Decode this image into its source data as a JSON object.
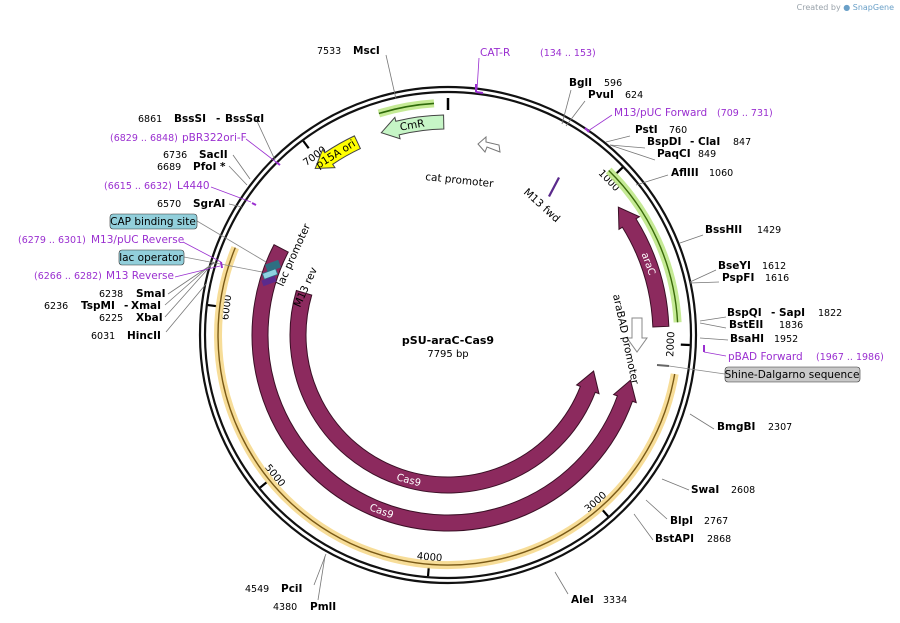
{
  "credit": {
    "prefix": "Created by",
    "brand": "SnapGene"
  },
  "plasmid": {
    "name": "pSU-araC-Cas9",
    "length": "7795 bp",
    "total_bp": 7795
  },
  "ticks": [
    1000,
    2000,
    3000,
    4000,
    5000,
    6000,
    7000
  ],
  "features": [
    {
      "label": "araC",
      "start": 1150,
      "end": 1900,
      "color": "#8c2a5e",
      "ring": 1,
      "strand": -1
    },
    {
      "label": "Cas9",
      "start": 2250,
      "end": 6440,
      "color": "#8c2a5e",
      "ring": 2,
      "strand": -1
    },
    {
      "label": "Cas9",
      "start": 2250,
      "end": 6200,
      "color": "#8c2a5e",
      "ring": 3,
      "strand": -1
    },
    {
      "label": "CmR",
      "start": 7400,
      "end": 7770,
      "color": "#c6f5c6",
      "ring": 1,
      "strand": -1
    },
    {
      "label": "p15A ori",
      "start": 6960,
      "end": 7250,
      "color": "#ffff00",
      "ring": 1,
      "strand": -1
    }
  ],
  "feature_labels_outside": [
    {
      "text": "cat promoter"
    },
    {
      "text": "lac promoter"
    },
    {
      "text": "M13 rev"
    },
    {
      "text": "M13 fwd"
    },
    {
      "text": "araBAD promoter"
    }
  ],
  "boxed_features": [
    {
      "text": "CAP binding site",
      "color": "#92cfdb"
    },
    {
      "text": "lac operator",
      "color": "#92cfdb"
    },
    {
      "text": "Shine-Dalgarno sequence",
      "color": "#c8c8c8"
    }
  ],
  "sites": [
    {
      "name": "MscI",
      "pos": "7533"
    },
    {
      "name": "BglI",
      "pos": "596"
    },
    {
      "name": "PvuI",
      "pos": "624"
    },
    {
      "name": "PstI",
      "pos": "760"
    },
    {
      "name": "BspDI",
      "name2": "ClaI",
      "pos": "847"
    },
    {
      "name": "PaqCI",
      "pos": "849"
    },
    {
      "name": "AflIII",
      "pos": "1060"
    },
    {
      "name": "BssHII",
      "pos": "1429"
    },
    {
      "name": "BseYI",
      "pos": "1612"
    },
    {
      "name": "PspFI",
      "pos": "1616"
    },
    {
      "name": "BspQI",
      "name2": "SapI",
      "pos": "1822"
    },
    {
      "name": "BstEII",
      "pos": "1836"
    },
    {
      "name": "BsaHI",
      "pos": "1952"
    },
    {
      "name": "BmgBI",
      "pos": "2307"
    },
    {
      "name": "SwaI",
      "pos": "2608"
    },
    {
      "name": "BlpI",
      "pos": "2767"
    },
    {
      "name": "BstAPI",
      "pos": "2868"
    },
    {
      "name": "AleI",
      "pos": "3334"
    },
    {
      "name": "PciI",
      "pos": "4549"
    },
    {
      "name": "PmlI",
      "pos": "4380"
    },
    {
      "name": "HincII",
      "pos": "6031"
    },
    {
      "name": "XbaI",
      "pos": "6225"
    },
    {
      "name": "TspMI",
      "name2": "XmaI",
      "pos": "6236"
    },
    {
      "name": "SmaI",
      "pos": "6238"
    },
    {
      "name": "SgrAI",
      "pos": "6570"
    },
    {
      "name": "PfoI *",
      "pos": "6689"
    },
    {
      "name": "SacII",
      "pos": "6736"
    },
    {
      "name": "BssSI",
      "name2": "BssSαI",
      "pos": "6861"
    }
  ],
  "primers": [
    {
      "name": "CAT-R",
      "range": "(134 .. 153)"
    },
    {
      "name": "M13/pUC Forward",
      "range": "(709 .. 731)"
    },
    {
      "name": "pBAD Forward",
      "range": "(1967 .. 1986)"
    },
    {
      "name": "pBR322ori-F",
      "range": "(6829 .. 6848)"
    },
    {
      "name": "L4440",
      "range": "(6615 .. 6632)"
    },
    {
      "name": "M13/pUC Reverse",
      "range": "(6279 .. 6301)"
    },
    {
      "name": "M13 Reverse",
      "range": "(6266 .. 6282)"
    }
  ]
}
